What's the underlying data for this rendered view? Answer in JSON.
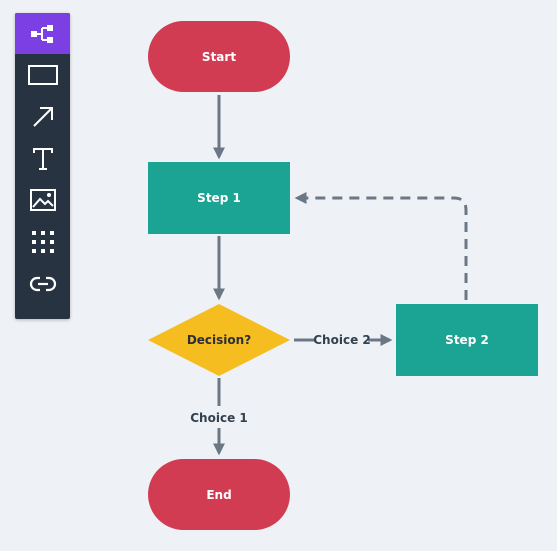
{
  "toolbar": {
    "tools": [
      {
        "icon": "flowchart-icon",
        "active": true
      },
      {
        "icon": "rectangle-icon",
        "active": false
      },
      {
        "icon": "arrow-icon",
        "active": false
      },
      {
        "icon": "text-icon",
        "active": false
      },
      {
        "icon": "image-icon",
        "active": false
      },
      {
        "icon": "grid-icon",
        "active": false
      },
      {
        "icon": "link-icon",
        "active": false
      }
    ],
    "active_color": "#7b3fe4",
    "background": "#273341"
  },
  "diagram": {
    "nodes": {
      "start": {
        "label": "Start",
        "shape": "terminal",
        "color": "#d23c52"
      },
      "step1": {
        "label": "Step 1",
        "shape": "process",
        "color": "#1ba393"
      },
      "decision": {
        "label": "Decision?",
        "shape": "decision",
        "color": "#f6bd20"
      },
      "step2": {
        "label": "Step 2",
        "shape": "process",
        "color": "#1ba393"
      },
      "end": {
        "label": "End",
        "shape": "terminal",
        "color": "#d23c52"
      }
    },
    "edges": {
      "choice1": {
        "label": "Choice 1"
      },
      "choice2": {
        "label": "Choice 2"
      }
    },
    "edge_color": "#6b7785"
  }
}
